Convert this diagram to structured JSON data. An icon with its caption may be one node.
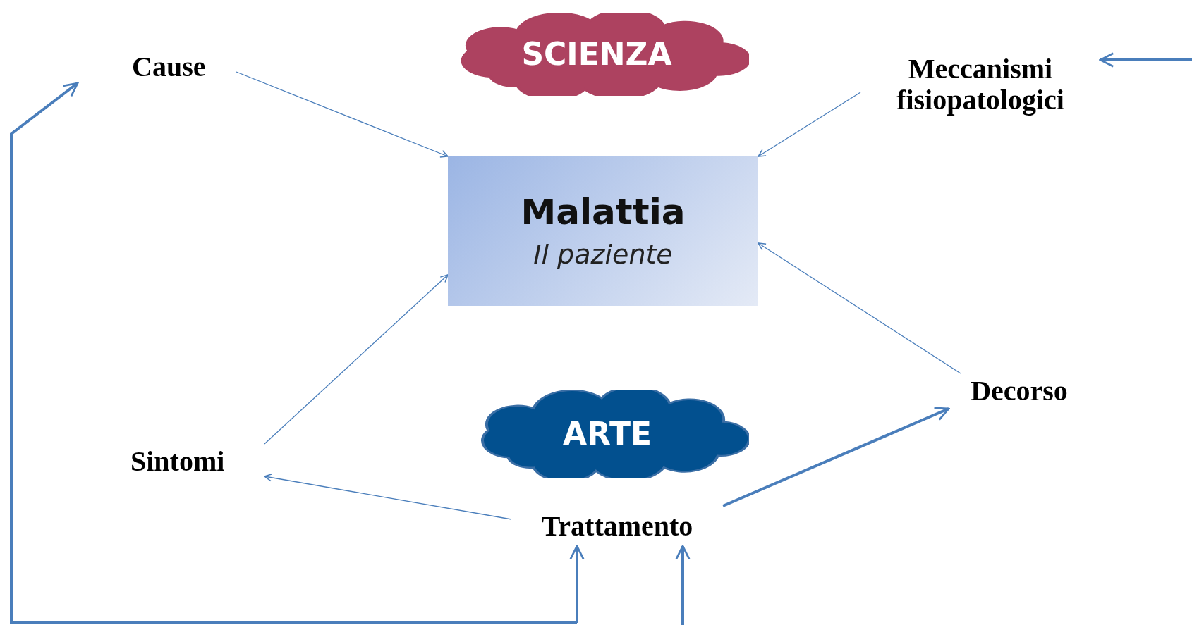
{
  "diagram": {
    "nodes": [
      {
        "text": [
          "Cause"
        ]
      },
      {
        "text": [
          "SCIENZA"
        ]
      },
      {
        "text": [
          "Meccanismi fisiopatologici"
        ]
      },
      {
        "text": [
          "Malattia",
          "Il paziente"
        ]
      },
      {
        "text": [
          "Decorso"
        ]
      },
      {
        "text": [
          "ARTE"
        ]
      },
      {
        "text": [
          "Sintomi"
        ]
      },
      {
        "text": [
          "Trattamento"
        ]
      }
    ],
    "edges": [
      {
        "from": 0,
        "to": 3,
        "arrow": "to"
      },
      {
        "from": 2,
        "to": 3,
        "arrow": "to"
      },
      {
        "from": 6,
        "to": 3,
        "arrow": "to"
      },
      {
        "from": 4,
        "to": 3,
        "arrow": "to"
      },
      {
        "from": 7,
        "to": 6,
        "arrow": "to"
      },
      {
        "from": 7,
        "to": 4,
        "arrow": "to",
        "style": "thick"
      },
      {
        "from": null,
        "to": 0,
        "arrow": "to",
        "style": "thick"
      },
      {
        "from": null,
        "to": 7,
        "arrow": "to",
        "style": "thick"
      },
      {
        "from": null,
        "to": 7,
        "arrow": "to",
        "style": "thick"
      },
      {
        "from": null,
        "to": 2,
        "arrow": "to",
        "style": "thick"
      }
    ]
  }
}
